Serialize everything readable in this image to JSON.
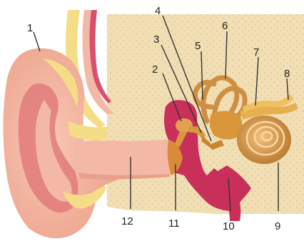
{
  "diagram": {
    "labels": {
      "l1": "1",
      "l2": "2",
      "l3": "3",
      "l4": "4",
      "l5": "5",
      "l6": "6",
      "l7": "7",
      "l8": "8",
      "l9": "9",
      "l10": "10",
      "l11": "11",
      "l12": "12"
    }
  },
  "colors": {
    "skin": "#f4b9a6",
    "skin_dark": "#e07b7b",
    "cartilage": "#f5dc86",
    "bone": "#f1dfb3",
    "bone_dots": "#c9ad84",
    "canal_red": "#c8305a",
    "ossicle": "#d9963a",
    "cochlea": "#cf8f43",
    "leader_line": "#333333"
  }
}
